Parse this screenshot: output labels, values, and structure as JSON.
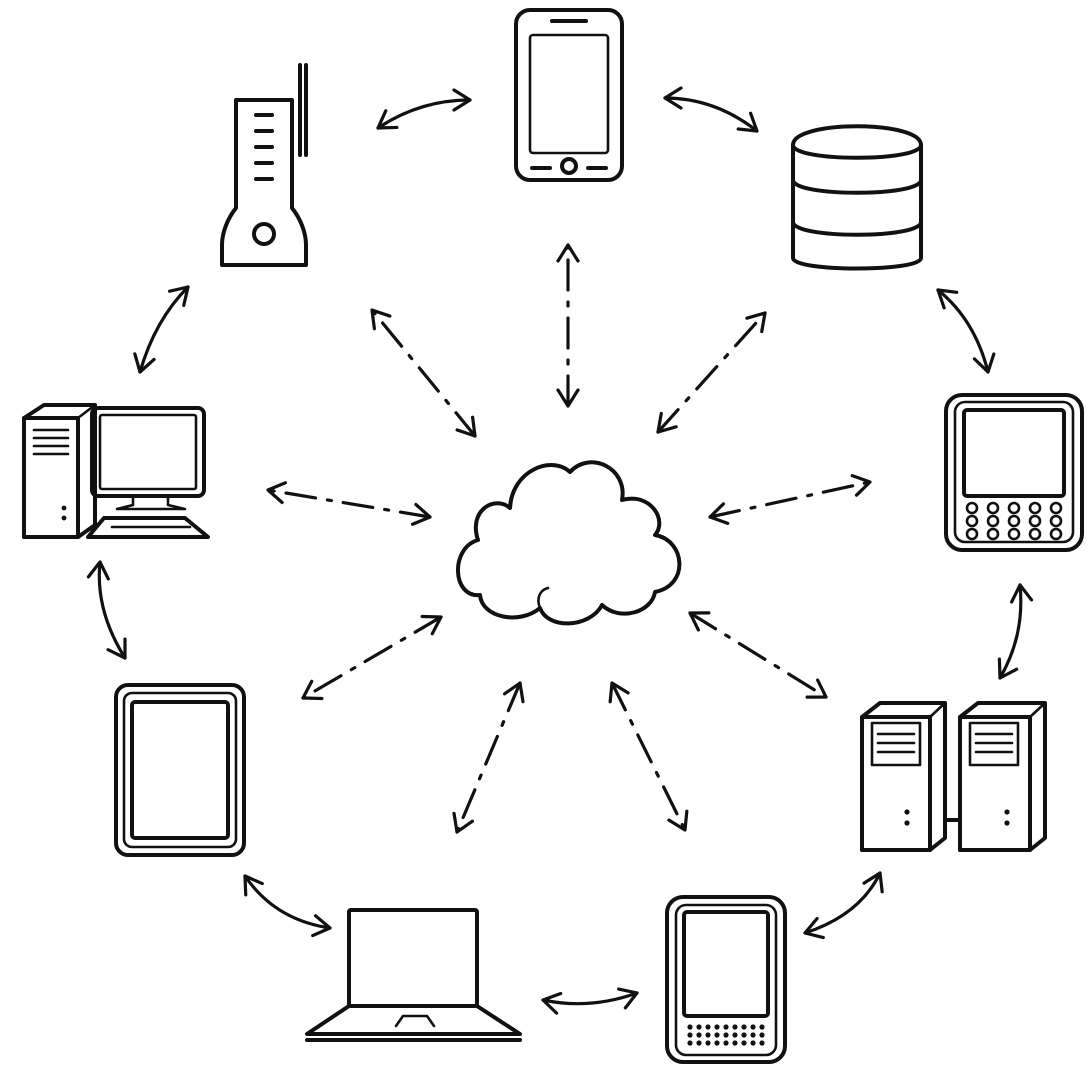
{
  "diagram": {
    "type": "network",
    "center": {
      "id": "cloud",
      "icon": "cloud-icon"
    },
    "devices": [
      {
        "id": "smartphone",
        "icon": "smartphone-icon"
      },
      {
        "id": "database",
        "icon": "database-icon"
      },
      {
        "id": "keyboard-phone",
        "icon": "keyboard-phone-icon"
      },
      {
        "id": "servers",
        "icon": "server-tower-icon"
      },
      {
        "id": "ereader",
        "icon": "ereader-icon"
      },
      {
        "id": "laptop",
        "icon": "laptop-icon"
      },
      {
        "id": "tablet",
        "icon": "tablet-icon"
      },
      {
        "id": "desktop",
        "icon": "desktop-computer-icon"
      },
      {
        "id": "router",
        "icon": "wifi-router-icon"
      }
    ],
    "edges": [
      {
        "from": "cloud",
        "to": "smartphone",
        "style": "dash-dot",
        "bidirectional": true
      },
      {
        "from": "cloud",
        "to": "database",
        "style": "dash-dot",
        "bidirectional": true
      },
      {
        "from": "cloud",
        "to": "keyboard-phone",
        "style": "dash-dot",
        "bidirectional": true
      },
      {
        "from": "cloud",
        "to": "servers",
        "style": "dash-dot",
        "bidirectional": true
      },
      {
        "from": "cloud",
        "to": "ereader",
        "style": "dash-dot",
        "bidirectional": true
      },
      {
        "from": "cloud",
        "to": "laptop",
        "style": "dash-dot",
        "bidirectional": true
      },
      {
        "from": "cloud",
        "to": "tablet",
        "style": "dash-dot",
        "bidirectional": true
      },
      {
        "from": "cloud",
        "to": "desktop",
        "style": "dash-dot",
        "bidirectional": true
      },
      {
        "from": "cloud",
        "to": "router",
        "style": "dash-dot",
        "bidirectional": true
      },
      {
        "from": "router",
        "to": "smartphone",
        "style": "curved",
        "bidirectional": true
      },
      {
        "from": "smartphone",
        "to": "database",
        "style": "curved",
        "bidirectional": true
      },
      {
        "from": "database",
        "to": "keyboard-phone",
        "style": "curved",
        "bidirectional": true
      },
      {
        "from": "keyboard-phone",
        "to": "servers",
        "style": "curved",
        "bidirectional": true
      },
      {
        "from": "servers",
        "to": "ereader",
        "style": "curved",
        "bidirectional": true
      },
      {
        "from": "ereader",
        "to": "laptop",
        "style": "curved",
        "bidirectional": true
      },
      {
        "from": "laptop",
        "to": "tablet",
        "style": "curved",
        "bidirectional": true
      },
      {
        "from": "tablet",
        "to": "desktop",
        "style": "curved",
        "bidirectional": true
      },
      {
        "from": "desktop",
        "to": "router",
        "style": "curved",
        "bidirectional": true
      }
    ]
  }
}
